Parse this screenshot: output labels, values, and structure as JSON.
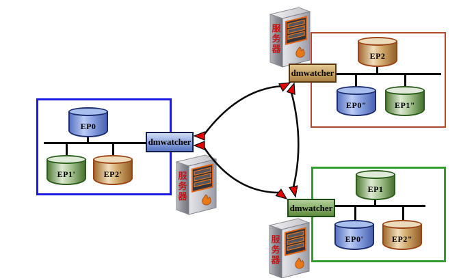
{
  "palette": {
    "frame_left_blue": "#1a1ae0",
    "frame_top_brown": "#b0482a",
    "frame_bottom_green": "#2f9e2f",
    "arrow_red": "#e80000",
    "db_blue": "#6d8ad8",
    "db_green": "#7ca868",
    "db_orange": "#c89050",
    "server_label_red": "#c41414"
  },
  "nodes": {
    "left": {
      "watcher": "dmwatcher",
      "server": "服务器",
      "db_top": "EP0",
      "db_left": "EP1'",
      "db_right": "EP2'"
    },
    "top": {
      "watcher": "dmwatcher",
      "server": "服务器",
      "db_top": "EP2",
      "db_left": "EP0\"",
      "db_right": "EP1\""
    },
    "bottom": {
      "watcher": "dmwatcher",
      "server": "服务器",
      "db_top": "EP1",
      "db_left": "EP0'",
      "db_right": "EP2\""
    }
  },
  "server_label": "服务器",
  "server_chars": [
    "服",
    "务",
    "器"
  ]
}
